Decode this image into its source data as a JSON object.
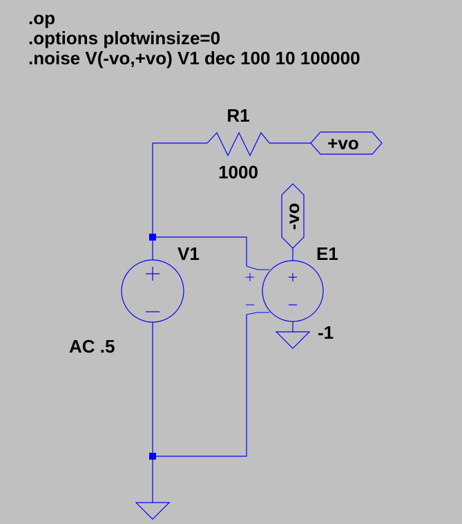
{
  "directives": {
    "op": ".op",
    "options": ".options plotwinsize=0",
    "noise": ".noise V(-vo,+vo) V1 dec 100 10 100000"
  },
  "components": {
    "r1": {
      "name": "R1",
      "value": "1000"
    },
    "v1": {
      "name": "V1",
      "value": "AC .5"
    },
    "e1": {
      "name": "E1",
      "gain": "-1"
    }
  },
  "net_labels": {
    "pos_out": "+vo",
    "neg_out": "-vo"
  },
  "colors": {
    "background": "#c0c0c0",
    "wire": "#0000ff",
    "text": "#000000"
  }
}
